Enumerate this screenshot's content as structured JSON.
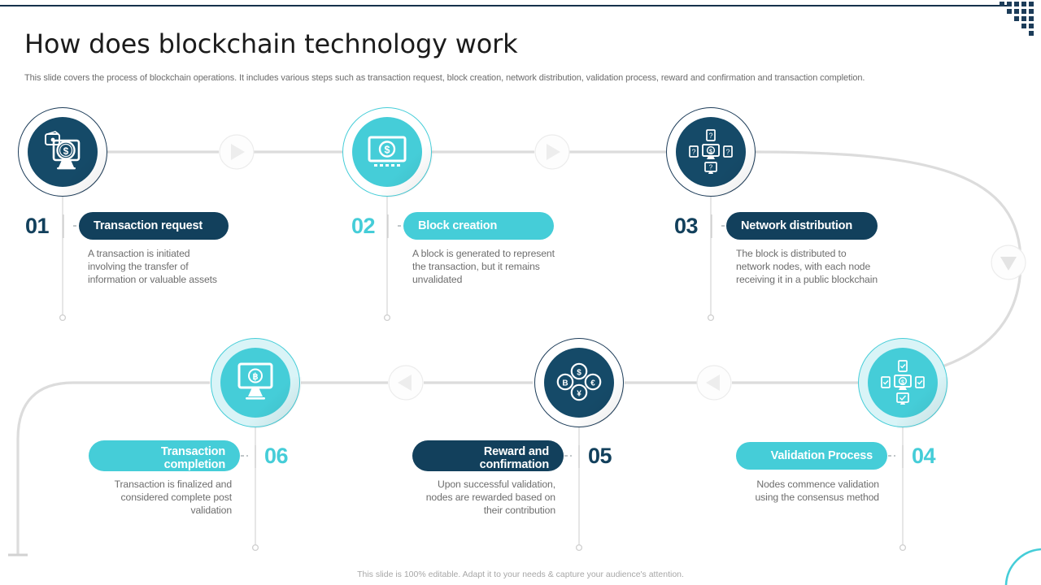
{
  "slide": {
    "title": "How does blockchain technology work",
    "subtitle": "This slide covers the process of blockchain operations. It includes various steps such as transaction request, block creation, network distribution, validation process, reward and confirmation and transaction completion.",
    "footer": "This slide is 100% editable. Adapt it to your needs & capture your audience's attention."
  },
  "colors": {
    "navy": "#12405c",
    "navy_dark": "#154a68",
    "teal": "#45cdd8",
    "rule": "#15314b",
    "body_text": "#6d6d6d",
    "connector": "#d8d8d8"
  },
  "steps": [
    {
      "number": "01",
      "label": "Transaction request",
      "description": "A transaction is initiated involving  the transfer  of information  or valuable  assets",
      "icon": "wallet-monitor-dollar-icon",
      "theme": "dark",
      "align": "left",
      "row": "top"
    },
    {
      "number": "02",
      "label": "Block creation",
      "description": "A block is generated  to represent  the transaction, but it remains  unvalidated",
      "icon": "monitor-dollar-icon",
      "theme": "teal",
      "align": "left",
      "row": "top"
    },
    {
      "number": "03",
      "label": "Network distribution",
      "description": "The  block is distributed to network nodes, with  each node  receiving  it in a public  blockchain",
      "icon": "network-nodes-question-icon",
      "theme": "dark",
      "align": "left",
      "row": "top"
    },
    {
      "number": "04",
      "label": "Validation Process",
      "description": "Nodes  commence validation  using the consensus method",
      "icon": "network-nodes-check-icon",
      "theme": "teal",
      "align": "right",
      "row": "bottom"
    },
    {
      "number": "05",
      "label": "Reward and confirmation",
      "label_line1": "Reward and",
      "label_line2": "confirmation",
      "description": "Upon successful validation,  nodes  are rewarded  based on their contribution",
      "icon": "currency-coins-cluster-icon",
      "theme": "dark",
      "align": "right",
      "row": "bottom"
    },
    {
      "number": "06",
      "label": "Transaction completion",
      "label_line1": "Transaction",
      "label_line2": "completion",
      "description": "Transaction  is finalized and  considered complete post validation",
      "icon": "monitor-bitcoin-icon",
      "theme": "teal",
      "align": "right",
      "row": "bottom"
    }
  ],
  "connectors": {
    "arrow_right_1": "arrow-right-icon",
    "arrow_right_2": "arrow-right-icon",
    "arrow_down": "arrow-down-icon",
    "arrow_left_1": "arrow-left-icon",
    "arrow_left_2": "arrow-left-icon"
  },
  "decor": {
    "dot_grid": "dot-grid-pattern",
    "corner_arc": "teal-corner-arc"
  }
}
